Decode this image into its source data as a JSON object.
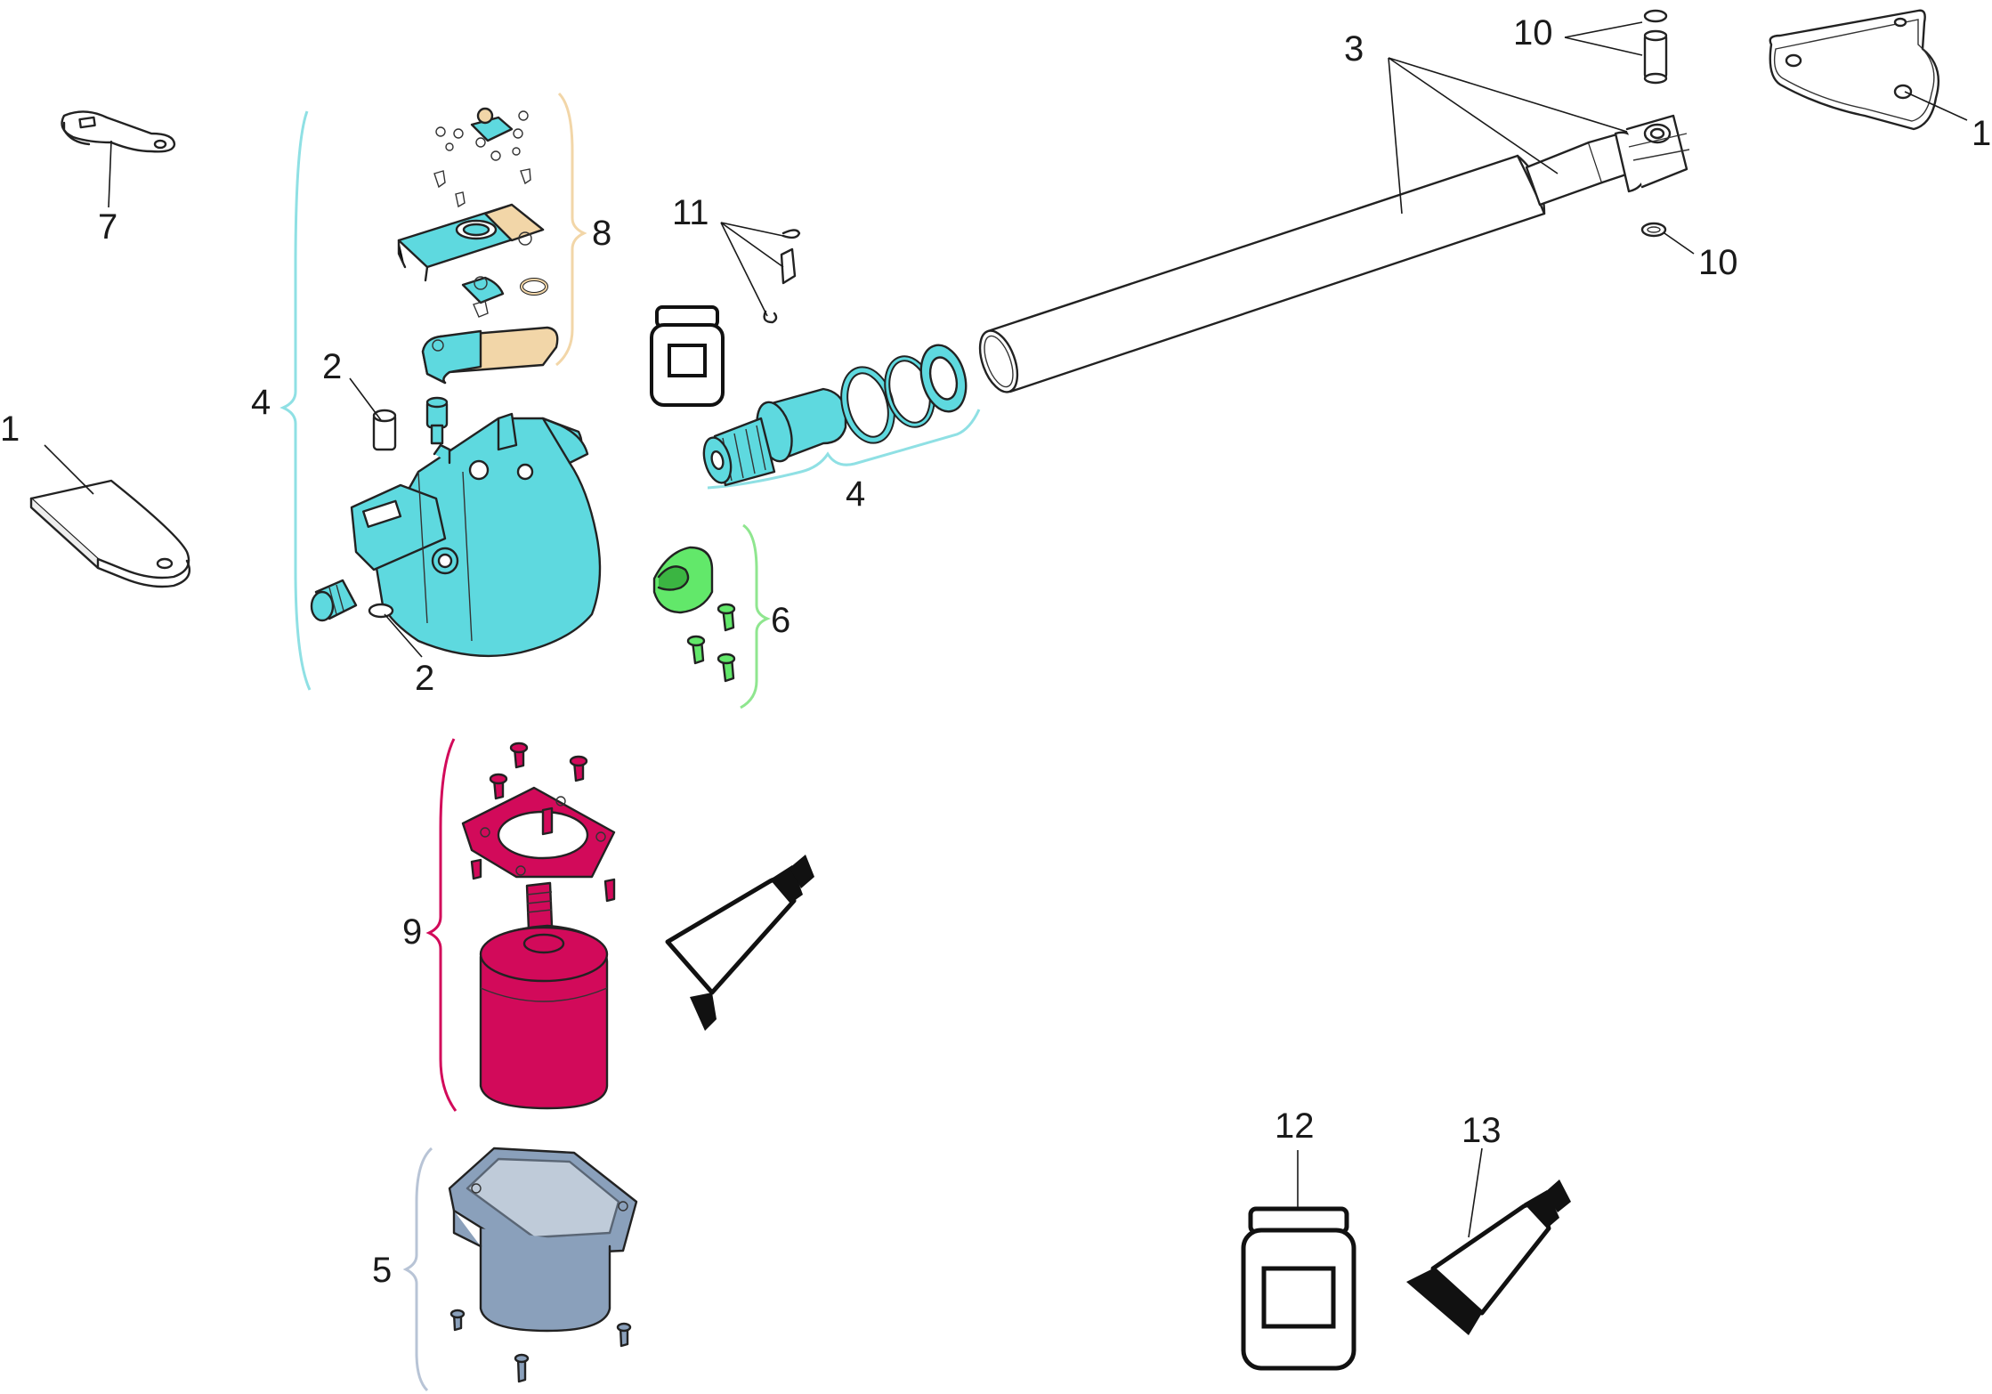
{
  "diagram": {
    "callouts": {
      "bracket_left": "1",
      "bracket_right": "1",
      "cover_pin": "2",
      "cover_ring": "2",
      "tube": "3",
      "gearbox_group": "4",
      "screw_group": "4",
      "motor_base": "5",
      "limit_stop": "6",
      "release_key": "7",
      "limit_switch_group": "8",
      "motor_group": "9",
      "clip_top": "10",
      "clip_bottom": "10",
      "pins": "11",
      "grease_jar": "12",
      "grease_tube": "13"
    },
    "group_colors": {
      "gearbox": "#5ed9df",
      "limit_switch": "#f2d6a8",
      "limit_stop": "#62e86a",
      "motor": "#d20a5a",
      "motor_base": "#8aa0bb",
      "bracket": "#ffffff",
      "outline": "#222222"
    },
    "icons": [
      "grease-jar-icon",
      "grease-tube-icon"
    ]
  }
}
